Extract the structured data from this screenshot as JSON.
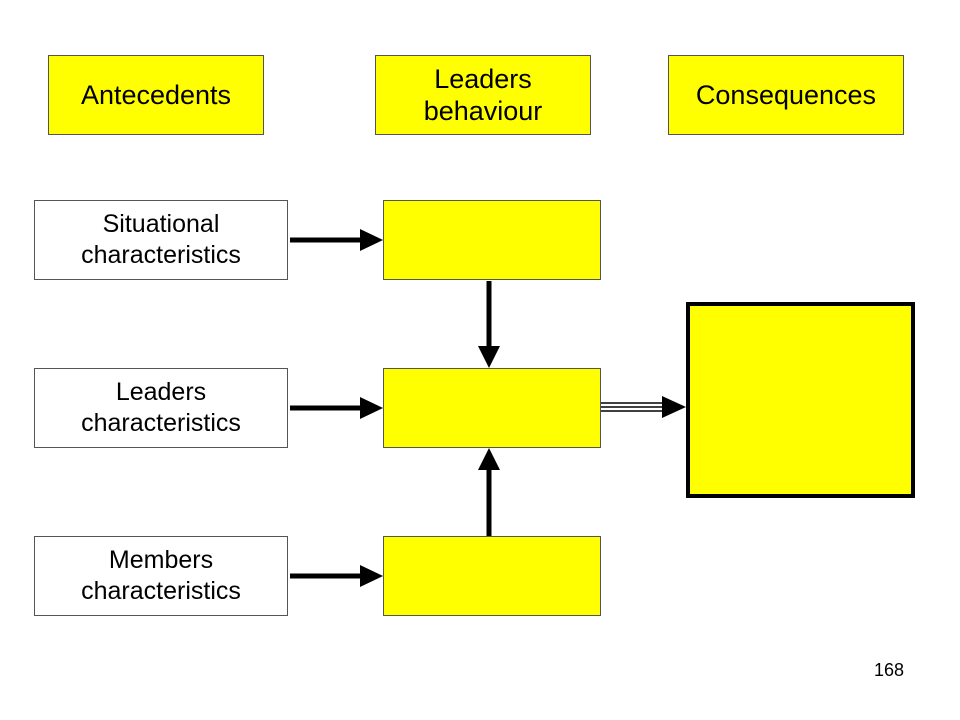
{
  "headers": {
    "antecedents": "Antecedents",
    "leaders_behaviour": "Leaders behaviour",
    "consequences": "Consequences"
  },
  "antecedent_boxes": {
    "situational": "Situational characteristics",
    "leaders": "Leaders characteristics",
    "members": "Members characteristics"
  },
  "page_number": "168",
  "colors": {
    "box_fill": "#ffff00",
    "arrow": "#000000"
  }
}
